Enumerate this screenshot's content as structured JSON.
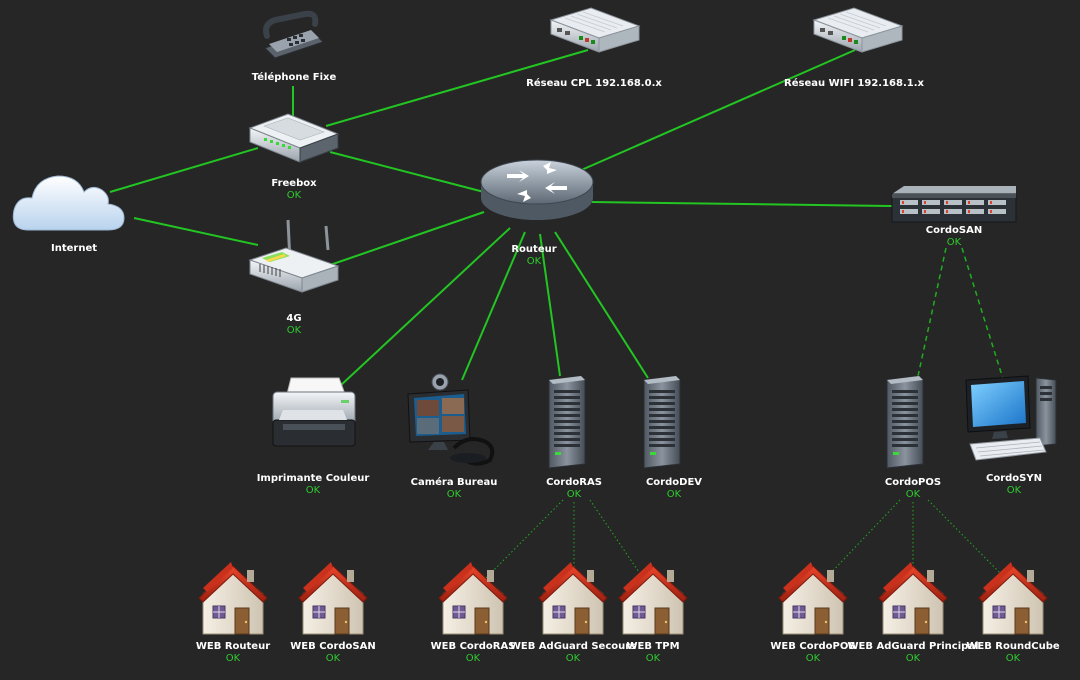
{
  "colors": {
    "background": "#262626",
    "link": "#22c522",
    "status_ok": "#2ecc2e",
    "label": "#ffffff"
  },
  "nodes": {
    "telephone": {
      "label": "Téléphone Fixe",
      "icon": "phone-icon"
    },
    "cpl": {
      "label": "Réseau CPL 192.168.0.x",
      "icon": "network-switch-icon"
    },
    "wifi": {
      "label": "Réseau WIFI 192.168.1.x",
      "icon": "network-switch-icon"
    },
    "freebox": {
      "label": "Freebox",
      "status": "OK",
      "icon": "modem-icon"
    },
    "internet": {
      "label": "Internet",
      "icon": "cloud-icon"
    },
    "routeur": {
      "label": "Routeur",
      "status": "OK",
      "icon": "router-icon"
    },
    "cordosan": {
      "label": "CordoSAN",
      "status": "OK",
      "icon": "rack-server-icon"
    },
    "g4": {
      "label": "4G",
      "status": "OK",
      "icon": "wireless-router-icon"
    },
    "imprimante": {
      "label": "Imprimante Couleur",
      "status": "OK",
      "icon": "printer-icon"
    },
    "camera": {
      "label": "Caméra Bureau",
      "status": "OK",
      "icon": "webcam-icon"
    },
    "cordoras": {
      "label": "CordoRAS",
      "status": "OK",
      "icon": "tower-server-icon"
    },
    "cordodev": {
      "label": "CordoDEV",
      "status": "OK",
      "icon": "tower-server-icon"
    },
    "cordopos": {
      "label": "CordoPOS",
      "status": "OK",
      "icon": "tower-server-icon"
    },
    "cordosyn": {
      "label": "CordoSYN",
      "status": "OK",
      "icon": "desktop-computer-icon"
    },
    "web_routeur": {
      "label": "WEB Routeur",
      "status": "OK",
      "icon": "house-icon"
    },
    "web_cordosan": {
      "label": "WEB CordoSAN",
      "status": "OK",
      "icon": "house-icon"
    },
    "web_cordoras": {
      "label": "WEB CordoRAS",
      "status": "OK",
      "icon": "house-icon"
    },
    "web_adguard_secours": {
      "label": "WEB AdGuard Secours",
      "status": "OK",
      "icon": "house-icon"
    },
    "web_tpm": {
      "label": "WEB TPM",
      "status": "OK",
      "icon": "house-icon"
    },
    "web_cordopos": {
      "label": "WEB CordoPOS",
      "status": "OK",
      "icon": "house-icon"
    },
    "web_adguard_principal": {
      "label": "WEB AdGuard Principal",
      "status": "OK",
      "icon": "house-icon"
    },
    "web_roundcube": {
      "label": "WEB RoundCube",
      "status": "OK",
      "icon": "house-icon"
    }
  }
}
